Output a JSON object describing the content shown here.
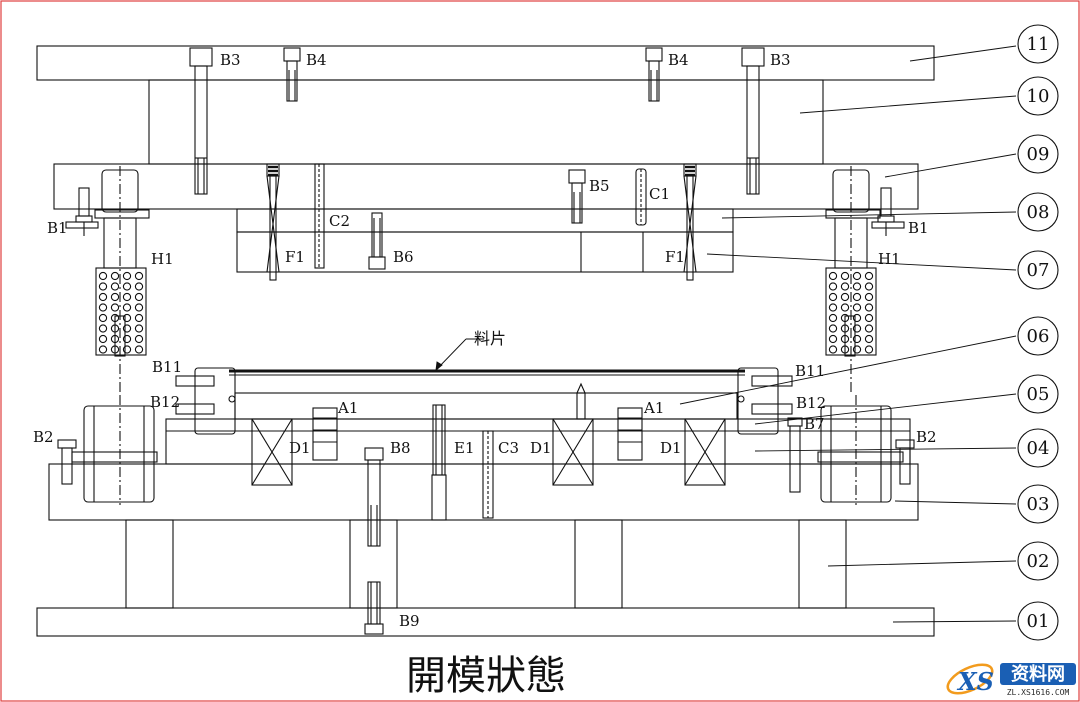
{
  "diagram": {
    "caption": "開模狀態",
    "material_note": "料片",
    "part_numbers": [
      "11",
      "10",
      "09",
      "08",
      "07",
      "06",
      "05",
      "04",
      "03",
      "02",
      "01"
    ],
    "labels": {
      "b3_left": "B3",
      "b4_left": "B4",
      "b4_right": "B4",
      "b3_right": "B3",
      "b5": "B5",
      "c1": "C1",
      "c2": "C2",
      "b6": "B6",
      "f1_left": "F1",
      "f1_right": "F1",
      "b1_left": "B1",
      "b1_right": "B1",
      "h1_left": "H1",
      "h1_right": "H1",
      "b11_left": "B11",
      "b11_right": "B11",
      "b12_left": "B12",
      "b12_right": "B12",
      "a1_left": "A1",
      "a1_right": "A1",
      "b7": "B7",
      "b2_left": "B2",
      "b2_right": "B2",
      "d1_left": "D1",
      "d1_mid": "D1",
      "d1_right": "D1",
      "b8": "B8",
      "e1": "E1",
      "c3": "C3",
      "b9": "B9"
    }
  },
  "watermark": {
    "name": "资料网",
    "url": "ZL.XS1616.COM",
    "logo_letters": "XS",
    "colors": {
      "blue": "#1a5fb4",
      "orange": "#f29b1d"
    }
  }
}
